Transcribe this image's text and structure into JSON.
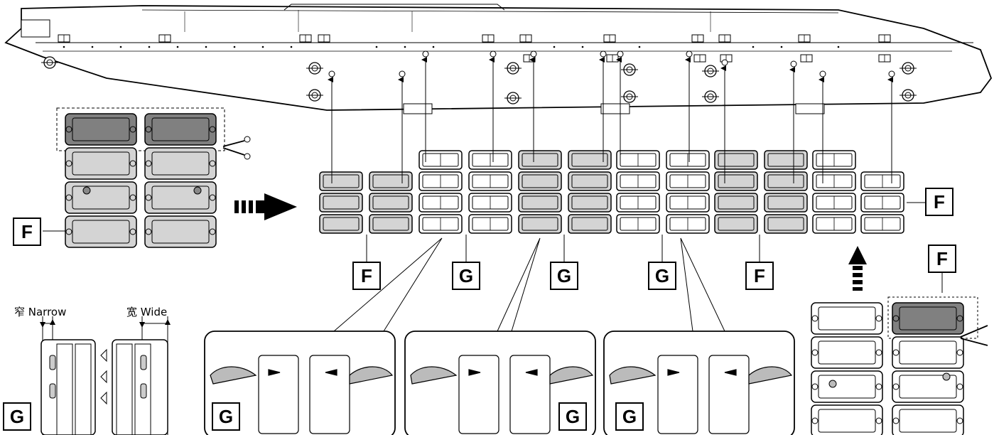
{
  "labels": {
    "f_left": "F",
    "f_right": "F",
    "f_bottom_1": "F",
    "g_bottom_1": "G",
    "g_bottom_2": "G",
    "g_bottom_3": "G",
    "f_bottom_2": "F",
    "f_top_right": "F",
    "g_left": "G",
    "g_detail_1": "G",
    "g_detail_2": "G",
    "g_detail_3": "G"
  },
  "captions": {
    "narrow": "窄 Narrow",
    "wide": "宽 Wide"
  },
  "colors": {
    "line": "#000000",
    "link_light": "#d4d4d4",
    "link_dark": "#8a8a8a",
    "background": "#ffffff"
  },
  "icons": {
    "arrow_right": "dashed-arrow-right-icon",
    "arrow_up": "dashed-arrow-up-icon",
    "cutter": "sprue-cutter-icon"
  }
}
